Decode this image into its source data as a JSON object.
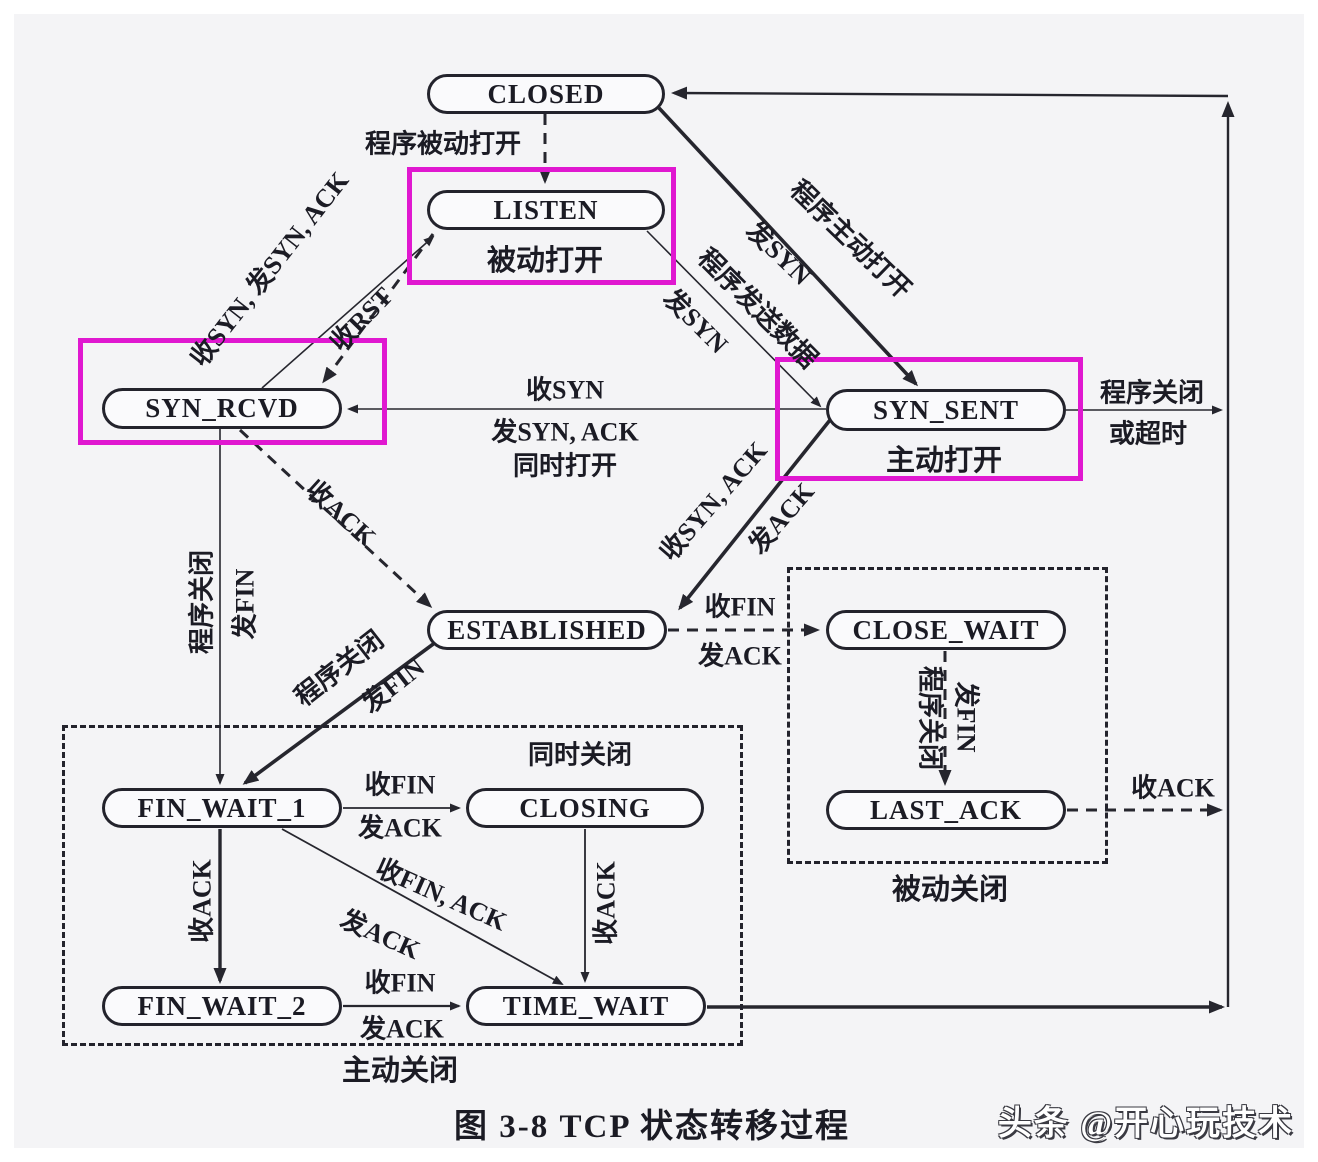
{
  "caption": "图 3-8   TCP 状态转移过程",
  "watermark": "头条 @开心玩技术",
  "colors": {
    "highlight": "#e018d0",
    "line": "#26262e",
    "background": "#f4f4f6"
  },
  "states": {
    "closed": "CLOSED",
    "listen": "LISTEN",
    "syn_rcvd": "SYN_RCVD",
    "syn_sent": "SYN_SENT",
    "established": "ESTABLISHED",
    "close_wait": "CLOSE_WAIT",
    "last_ack": "LAST_ACK",
    "fin_wait_1": "FIN_WAIT_1",
    "closing": "CLOSING",
    "fin_wait_2": "FIN_WAIT_2",
    "time_wait": "TIME_WAIT"
  },
  "notes": {
    "passive_open": "被动打开",
    "active_open": "主动打开",
    "passive_close": "被动关闭",
    "active_close": "主动关闭",
    "simultaneous_close": "同时关闭",
    "simultaneous_open": "同时打开"
  },
  "labels": {
    "closed_listen": "程序被动打开",
    "listen_synrcvd": "收SYN, 发SYN, ACK",
    "synrcvd_listen": "收RST",
    "closed_synsent_1": "程序主动打开",
    "closed_synsent_2": "发SYN",
    "listen_synsent_1": "程序发送数据",
    "listen_synsent_2": "发SYN",
    "synsent_synrcvd_1": "收SYN",
    "synsent_synrcvd_2": "发SYN, ACK",
    "synsent_out_1": "程序关闭",
    "synsent_out_2": "或超时",
    "synrcvd_established": "收ACK",
    "synrcvd_finwait1_1": "程序关闭",
    "synrcvd_finwait1_2": "发FIN",
    "synsent_established_1": "收SYN, ACK",
    "synsent_established_2": "发ACK",
    "established_closewait_1": "收FIN",
    "established_closewait_2": "发ACK",
    "established_finwait1_1": "程序关闭",
    "established_finwait1_2": "发FIN",
    "closewait_lastack_1": "程序关闭",
    "closewait_lastack_2": "发FIN",
    "lastack_out": "收ACK",
    "finwait1_closing_1": "收FIN",
    "finwait1_closing_2": "发ACK",
    "finwait1_finwait2": "收ACK",
    "finwait1_timewait_1": "收FIN, ACK",
    "finwait1_timewait_2": "发ACK",
    "closing_timewait": "收ACK",
    "finwait2_timewait_1": "收FIN",
    "finwait2_timewait_2": "发ACK"
  }
}
